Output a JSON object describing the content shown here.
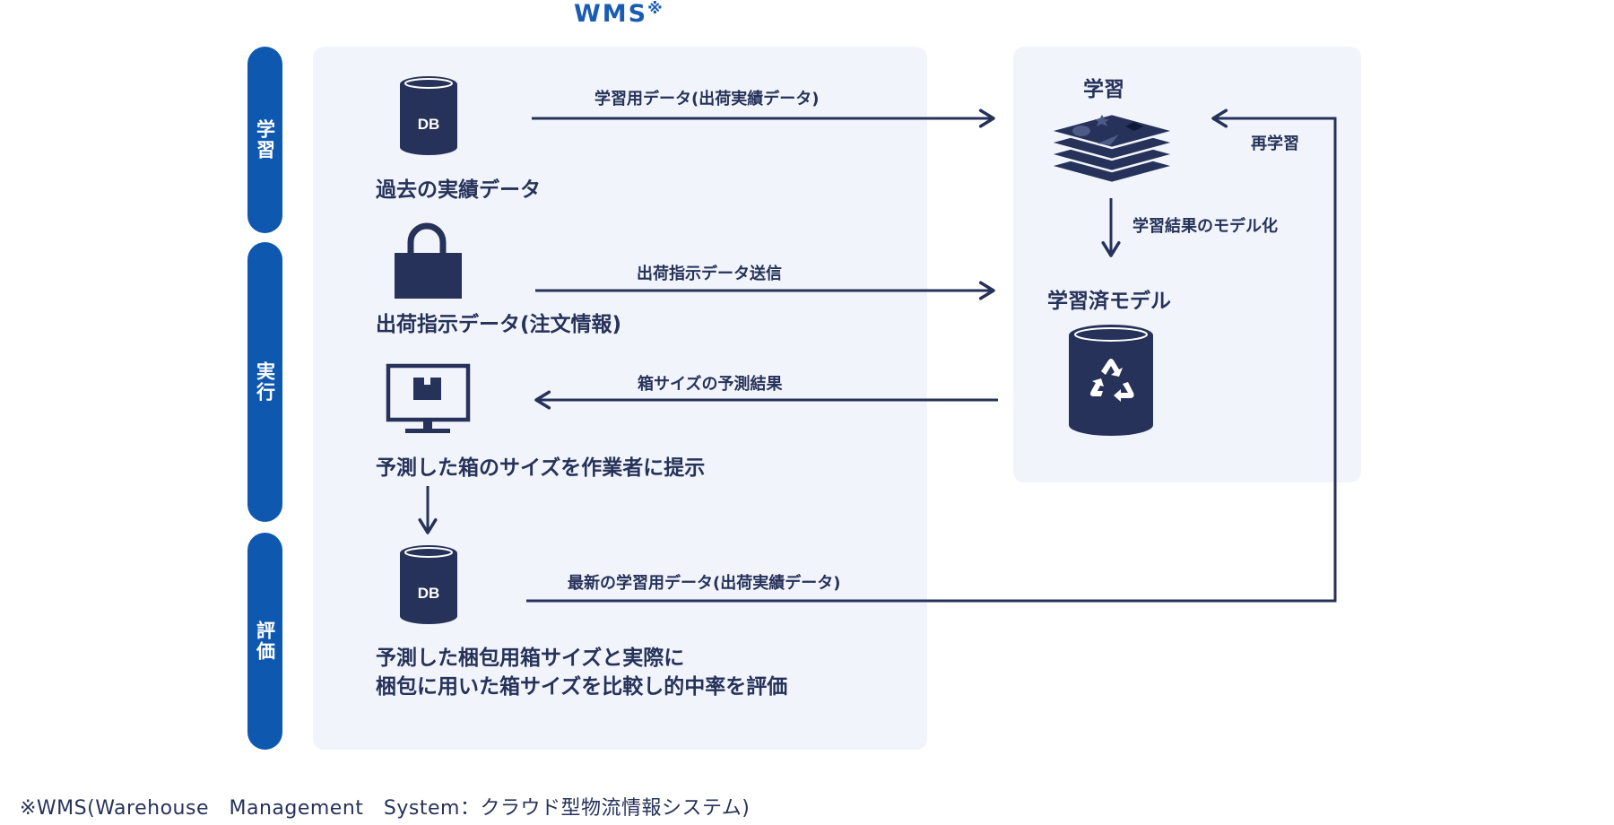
{
  "header": {
    "title": "WMS",
    "mark": "※"
  },
  "phases": [
    "学習",
    "実行",
    "評価"
  ],
  "wms_panel": {
    "past_data": {
      "icon": "database-icon",
      "db_text": "DB",
      "label": "過去の実績データ"
    },
    "order_data": {
      "icon": "bag-icon",
      "label": "出荷指示データ(注文情報)"
    },
    "present_size": {
      "icon": "monitor-icon",
      "label": "予測した箱のサイズを作業者に提示"
    },
    "evaluate": {
      "icon": "database-icon",
      "db_text": "DB",
      "label": "予測した梱包用箱サイズと実際に\n梱包に用いた箱サイズを比較し的中率を評価"
    }
  },
  "ml_panel": {
    "learning_title": "学習",
    "learning_icon": "layers-icon",
    "trained_model_title": "学習済モデル",
    "trained_model_icon": "recycle-database-icon"
  },
  "edges": {
    "training_data": "学習用データ(出荷実績データ)",
    "modeling": "学習結果のモデル化",
    "relearn": "再学習",
    "send_order": "出荷指示データ送信",
    "prediction": "箱サイズの予測結果",
    "latest_data": "最新の学習用データ(出荷実績データ)"
  },
  "footnote": "※WMS(Warehouse　Management　System：クラウド型物流情報システム)",
  "colors": {
    "accent_blue": "#0f58b0",
    "navy": "#27325a",
    "panel_bg": "#f1f5fb"
  }
}
